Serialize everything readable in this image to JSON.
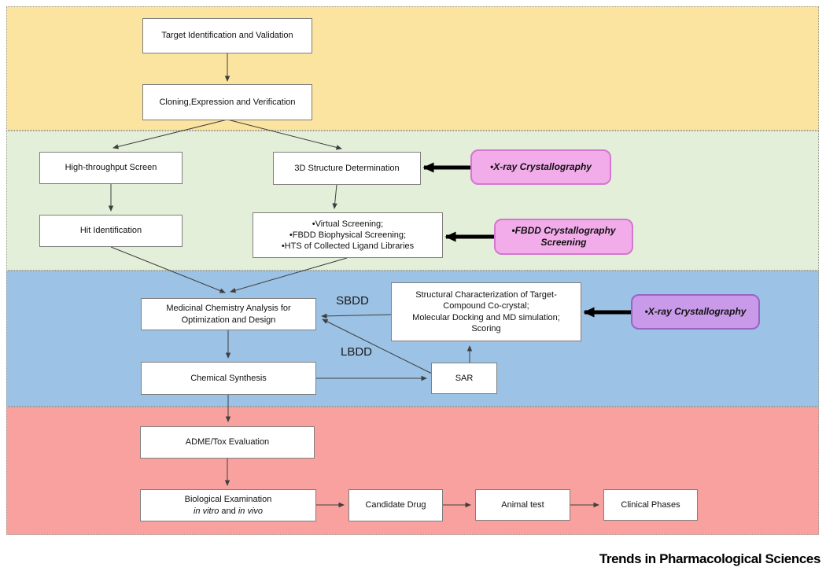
{
  "figure": {
    "footer_brand": "Trends in Pharmacological Sciences"
  },
  "colors": {
    "band_discovery": "#FBE49F",
    "band_screening": "#E3EFD9",
    "band_design": "#9CC2E5",
    "band_development": "#F8A19F",
    "pink_fill": "#F1ACE9",
    "pink_border": "#D477CF",
    "purple_fill": "#C89AE9",
    "purple_border": "#9A63C8"
  },
  "boxes": {
    "target_identification": "Target Identification and Validation",
    "cloning": "Cloning,Expression and Verification",
    "hts": "High-throughput Screen",
    "structure_determination": "3D Structure Determination",
    "hit_identification": "Hit Identification",
    "screening_methods": {
      "line1": "•Virtual Screening;",
      "line2": "•FBDD Biophysical Screening;",
      "line3": "•HTS of Collected Ligand Libraries"
    },
    "medicinal_chemistry": {
      "line1": "Medicinal Chemistry Analysis for",
      "line2": "Optimization and Design"
    },
    "chemical_synthesis": "Chemical Synthesis",
    "structural_characterization": {
      "line1": "Structural Characterization of Target-",
      "line2": "Compound Co-crystal;",
      "line3": "Molecular Docking and MD simulation;",
      "line4": "Scoring"
    },
    "sar": "SAR",
    "adme": "ADME/Tox Evaluation",
    "biological": {
      "line1": "Biological Examination",
      "italic1": "in vitro",
      "mid": " and ",
      "italic2": "in vivo"
    },
    "candidate_drug": "Candidate Drug",
    "animal_test": "Animal test",
    "clinical_phases": "Clinical Phases"
  },
  "callouts": {
    "xray_1": "•X-ray Crystallography",
    "fbdd": {
      "line1": "•FBDD Crystallography",
      "line2": "Screening"
    },
    "xray_2": "•X-ray Crystallography"
  },
  "labels": {
    "sbdd": "SBDD",
    "lbdd": "LBDD"
  }
}
